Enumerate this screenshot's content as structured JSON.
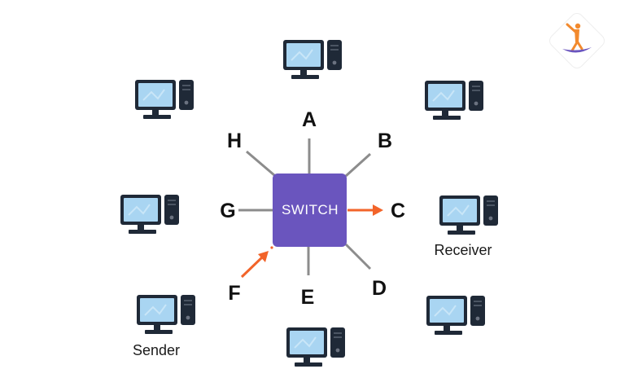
{
  "switch": {
    "label": "SWITCH",
    "color": "#6a55be"
  },
  "ports": [
    "A",
    "B",
    "C",
    "D",
    "E",
    "F",
    "G",
    "H"
  ],
  "roles": {
    "sender": "Sender",
    "receiver": "Receiver"
  },
  "icons": {
    "computer": "desktop-computer-icon",
    "logo": "brand-logo-icon"
  },
  "colors": {
    "link": "#8c8c8c",
    "arrow": "#f2642a",
    "monitor_frame": "#1f2937",
    "screen": "#a9d5f2",
    "logo_figure": "#f28a2e",
    "logo_swoosh": "#6a55be"
  }
}
